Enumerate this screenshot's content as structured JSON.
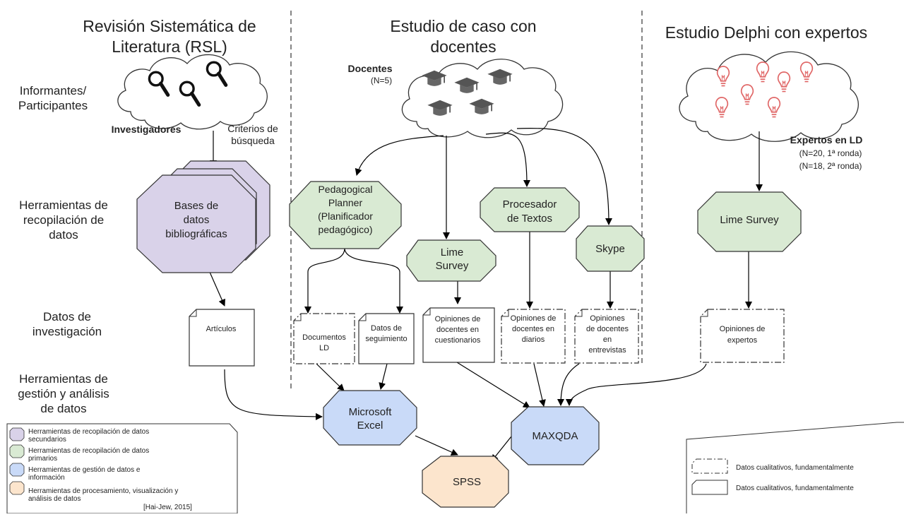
{
  "titles": {
    "rsl": [
      "Revisión Sistemática de",
      "Literatura (RSL)"
    ],
    "case": [
      "Estudio de caso con",
      "docentes"
    ],
    "delphi": "Estudio Delphi con expertos"
  },
  "row_labels": {
    "informants": [
      "Informantes/",
      "Participantes"
    ],
    "tools": [
      "Herramientas de",
      "recopilación de",
      "datos"
    ],
    "data": [
      "Datos de",
      "investigación"
    ],
    "analysis": [
      "Herramientas de",
      "gestión y análisis",
      "de datos"
    ]
  },
  "participants": {
    "researchers": "Investigadores",
    "criteria": [
      "Criterios de",
      "búsqueda"
    ],
    "teachers": "Docentes",
    "teachers_n": "(N=5)",
    "experts": "Expertos en LD",
    "experts_n1": "(N=20, 1ª ronda)",
    "experts_n2": "(N=18, 2ª ronda)"
  },
  "tools": {
    "bases": [
      "Bases de",
      "datos",
      "bibliográficas"
    ],
    "planner": [
      "Pedagogical",
      "Planner",
      "(Planificador",
      "pedagógico)"
    ],
    "lime_case": [
      "Lime",
      "Survey"
    ],
    "procesador": [
      "Procesador",
      "de Textos"
    ],
    "skype": "Skype",
    "lime_delphi": "Lime Survey",
    "excel": [
      "Microsoft",
      "Excel"
    ],
    "maxqda": "MAXQDA",
    "spss": "SPSS"
  },
  "data_docs": {
    "articulos": "Artículos",
    "documentos": [
      "Documentos",
      "LD"
    ],
    "seguimiento": [
      "Datos de",
      "seguimiento"
    ],
    "cuestionarios": [
      "Opiniones de",
      "docentes en",
      "cuestionarios"
    ],
    "diarios": [
      "Opiniones de",
      "docentes en",
      "diarios"
    ],
    "entrevistas": [
      "Opiniones",
      "de docentes",
      "en",
      "entrevistas"
    ],
    "expertos": [
      "Opiniones de",
      "expertos"
    ]
  },
  "legend_left": {
    "items": [
      {
        "text": [
          "Herramientas de recopilación de datos",
          "secundarios"
        ],
        "color": "#d9d2e9"
      },
      {
        "text": [
          "Herramientas de recopilación de datos",
          "primarios"
        ],
        "color": "#d9ead3"
      },
      {
        "text": [
          "Herramientas de gestión de datos e",
          "información"
        ],
        "color": "#c9daf8"
      },
      {
        "text": [
          "Herramientas de procesamiento, visualización y",
          "análisis de datos"
        ],
        "color": "#fce5cd"
      }
    ],
    "citation": "[Hai-Jew, 2015]"
  },
  "legend_right": {
    "dashed": "Datos cualitativos, fundamentalmente",
    "solid": "Datos cualitativos, fundamentalmente"
  },
  "colors": {
    "purple": "#d9d2e9",
    "green": "#d9ead3",
    "blue": "#c9daf8",
    "orange": "#fce5cd"
  }
}
